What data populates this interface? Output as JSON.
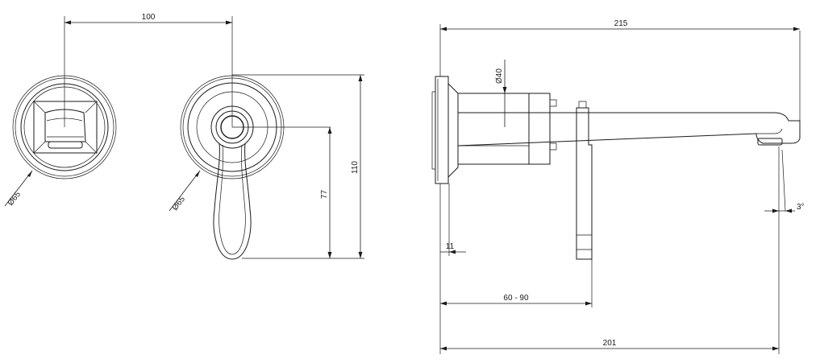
{
  "front_view": {
    "width_dim": "100",
    "plate_left_dia": "Ø65",
    "plate_right_dia": "Ø65",
    "height_77": "77",
    "height_110": "110"
  },
  "side_view": {
    "total_length": "215",
    "tube_dia": "Ø40",
    "flange_thickness": "11",
    "wall_range": "60 - 90",
    "projection": "201",
    "spout_angle": "3°"
  }
}
